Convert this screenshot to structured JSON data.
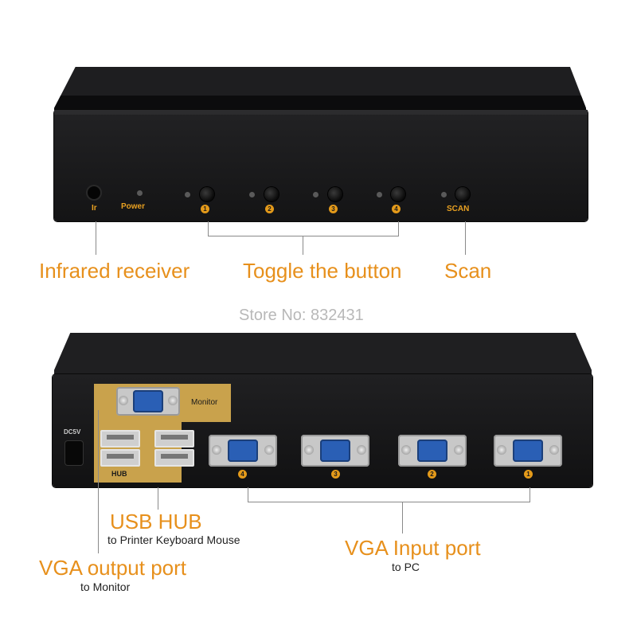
{
  "front_panel": {
    "labels": {
      "ir": "Ir",
      "power": "Power",
      "scan": "SCAN"
    },
    "buttons": [
      "1",
      "2",
      "3",
      "4"
    ]
  },
  "captions": {
    "infrared": "Infrared receiver",
    "toggle": "Toggle the button",
    "scan": "Scan"
  },
  "store": "Store No: 832431",
  "back_panel": {
    "monitor_label": "Monitor",
    "hub_label": "HUB",
    "dc_label": "DC5V",
    "vga_numbers": [
      "4",
      "3",
      "2",
      "1"
    ]
  },
  "back_captions": {
    "usb_title": "USB HUB",
    "usb_sub": "to Printer Keyboard Mouse",
    "vga_out_title": "VGA output port",
    "vga_out_sub": "to Monitor",
    "vga_in_title": "VGA Input port",
    "vga_in_sub": "to PC"
  },
  "colors": {
    "accent": "#e7901c",
    "gold": "#c9a24c",
    "vga_blue": "#2a5fb5"
  }
}
